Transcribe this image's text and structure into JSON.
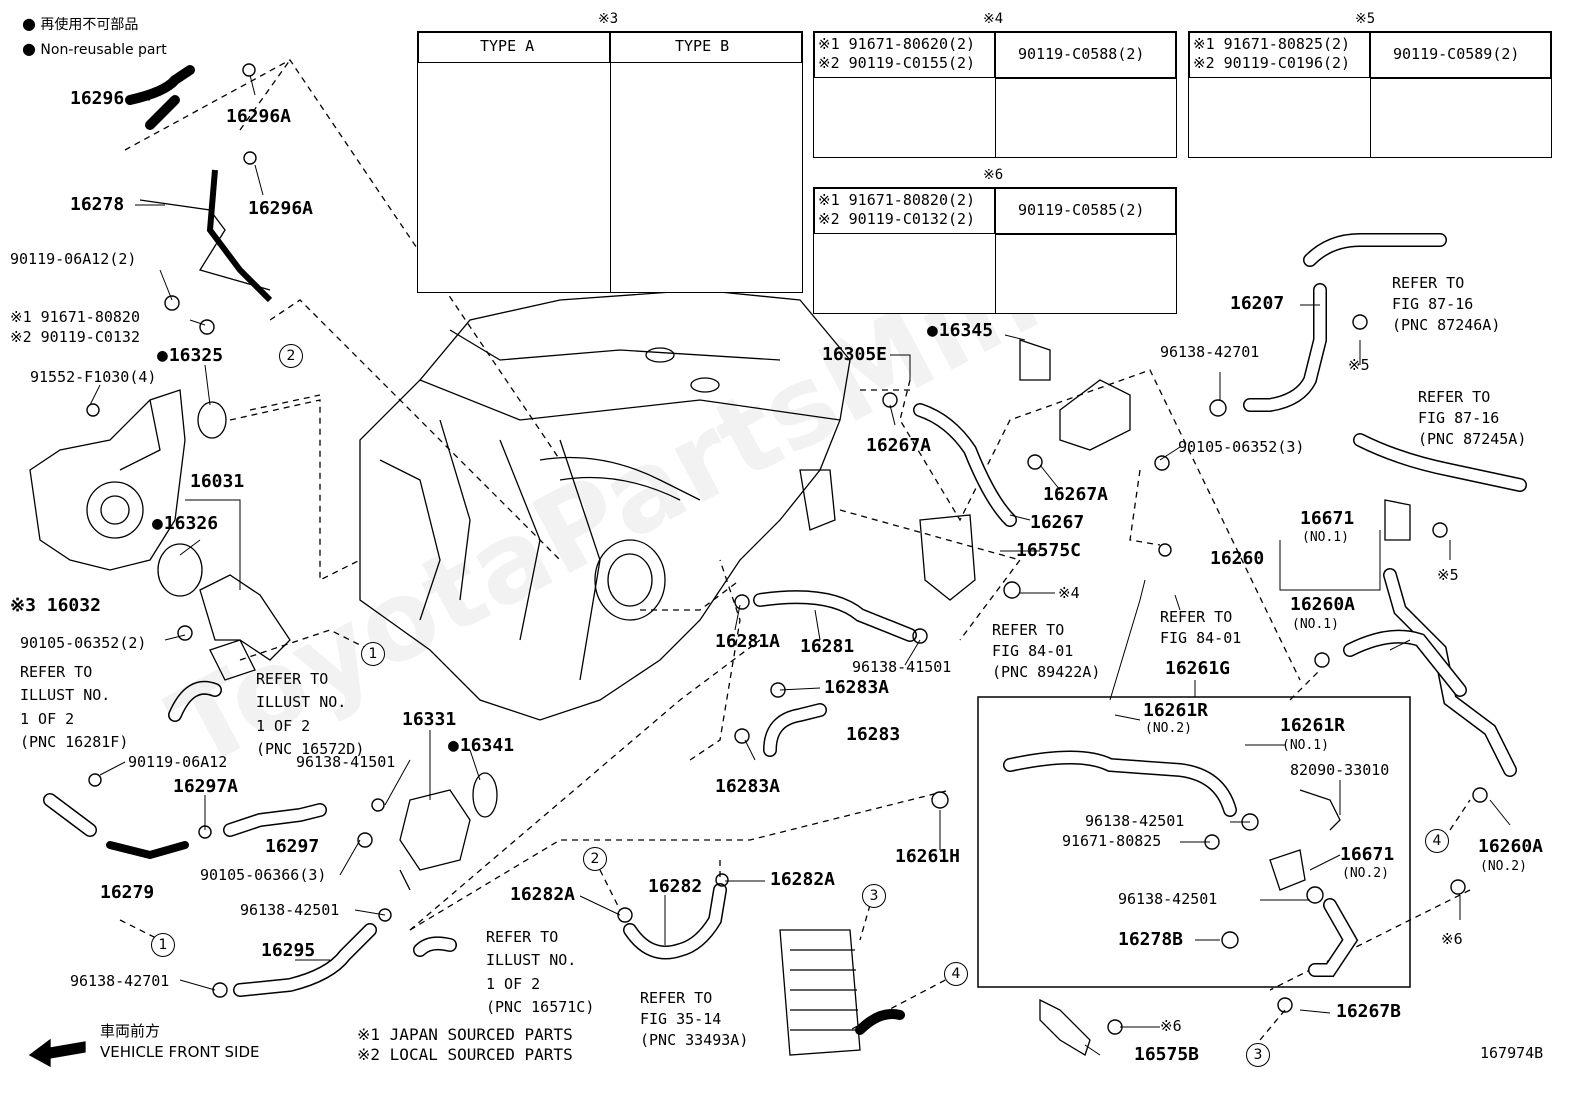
{
  "legend": {
    "non_reusable_jp": "再使用不可部品",
    "non_reusable_en": "Non-reusable part"
  },
  "watermark": "ToyotaPartsMine",
  "type_table": {
    "mark": "※3",
    "type_a": "TYPE A",
    "type_b": "TYPE B"
  },
  "bolt_tables": [
    {
      "mark": "※4",
      "line1": "※1 91671-80620(2)",
      "line2": "※2 90119-C0155(2)",
      "right": "90119-C0588(2)"
    },
    {
      "mark": "※5",
      "line1": "※1 91671-80825(2)",
      "line2": "※2 90119-C0196(2)",
      "right": "90119-C0589(2)"
    },
    {
      "mark": "※6",
      "line1": "※1 91671-80820(2)",
      "line2": "※2 90119-C0132(2)",
      "right": "90119-C0585(2)"
    }
  ],
  "parts": {
    "p16296": "16296",
    "p16296A_1": "16296A",
    "p16278": "16278",
    "p16296A_2": "16296A",
    "p9011906A12_2": "90119-06A12(2)",
    "p91671_80820": "※1 91671-80820",
    "p90119_C0132": "※2 90119-C0132",
    "p16325": "16325",
    "p91552": "91552-F1030(4)",
    "p16031": "16031",
    "p16326": "16326",
    "p16032": "※3 16032",
    "p90105_06352_2": "90105-06352(2)",
    "p90119_06A12": "90119-06A12",
    "p16297A": "16297A",
    "p16297": "16297",
    "p16279": "16279",
    "p90105_06366": "90105-06366(3)",
    "p96138_41501_a": "96138-41501",
    "p16331": "16331",
    "p16341": "16341",
    "p96138_42501_a": "96138-42501",
    "p16295": "16295",
    "p96138_42701_a": "96138-42701",
    "p16282A_1": "16282A",
    "p16282": "16282",
    "p16282A_2": "16282A",
    "p16281A": "16281A",
    "p16281": "16281",
    "p96138_41501_b": "96138-41501",
    "p16283A_1": "16283A",
    "p16283": "16283",
    "p16283A_2": "16283A",
    "p16305E": "16305E",
    "p16345": "16345",
    "p16267A_1": "16267A",
    "p16267A_2": "16267A",
    "p16267": "16267",
    "p16575C": "16575C",
    "p16207": "16207",
    "p96138_42701_b": "96138-42701",
    "p90105_06352_3": "90105-06352(3)",
    "p16671_1": "16671",
    "p16671_1_no": "(NO.1)",
    "p16260": "16260",
    "p16260A_1": "16260A",
    "p16260A_1_no": "(NO.1)",
    "p16261G": "16261G",
    "p16261R_2": "16261R",
    "p16261R_2_no": "(NO.2)",
    "p16261R_1": "16261R",
    "p16261R_1_no": "(NO.1)",
    "p82090": "82090-33010",
    "p96138_42501_b": "96138-42501",
    "p91671_80825": "91671-80825",
    "p16671_2": "16671",
    "p16671_2_no": "(NO.2)",
    "p96138_42501_c": "96138-42501",
    "p16278B": "16278B",
    "p16261H": "16261H",
    "p16260A_2": "16260A",
    "p16260A_2_no": "(NO.2)",
    "p16267B": "16267B",
    "p16575B": "16575B"
  },
  "marks": {
    "m4a": "※4",
    "m5a": "※5",
    "m5b": "※5",
    "m6a": "※6",
    "m6b": "※6"
  },
  "refs": {
    "r1": [
      "REFER TO",
      "ILLUST NO.",
      "1 OF 2",
      "(PNC 16281F)"
    ],
    "r2": [
      "REFER TO",
      "ILLUST NO.",
      "1 OF 2",
      "(PNC 16572D)"
    ],
    "r3": [
      "REFER TO",
      "ILLUST NO.",
      "1 OF 2",
      "(PNC 16571C)"
    ],
    "r4": [
      "REFER TO",
      "FIG 87-16",
      "(PNC 87246A)"
    ],
    "r5": [
      "REFER TO",
      "FIG 87-16",
      "(PNC 87245A)"
    ],
    "r6": [
      "REFER TO",
      "FIG 84-01",
      "(PNC 89422A)"
    ],
    "r7": [
      "REFER TO",
      "FIG 84-01"
    ],
    "r8": [
      "REFER TO",
      "FIG 35-14",
      "(PNC 33493A)"
    ]
  },
  "circles": [
    "1",
    "2",
    "1",
    "2",
    "3",
    "4",
    "4",
    "3"
  ],
  "footer": {
    "front_jp": "車両前方",
    "front_en": "VEHICLE FRONT SIDE",
    "note1": "※1  JAPAN SOURCED PARTS",
    "note2": "※2  LOCAL SOURCED PARTS",
    "figure_id": "167974B"
  }
}
